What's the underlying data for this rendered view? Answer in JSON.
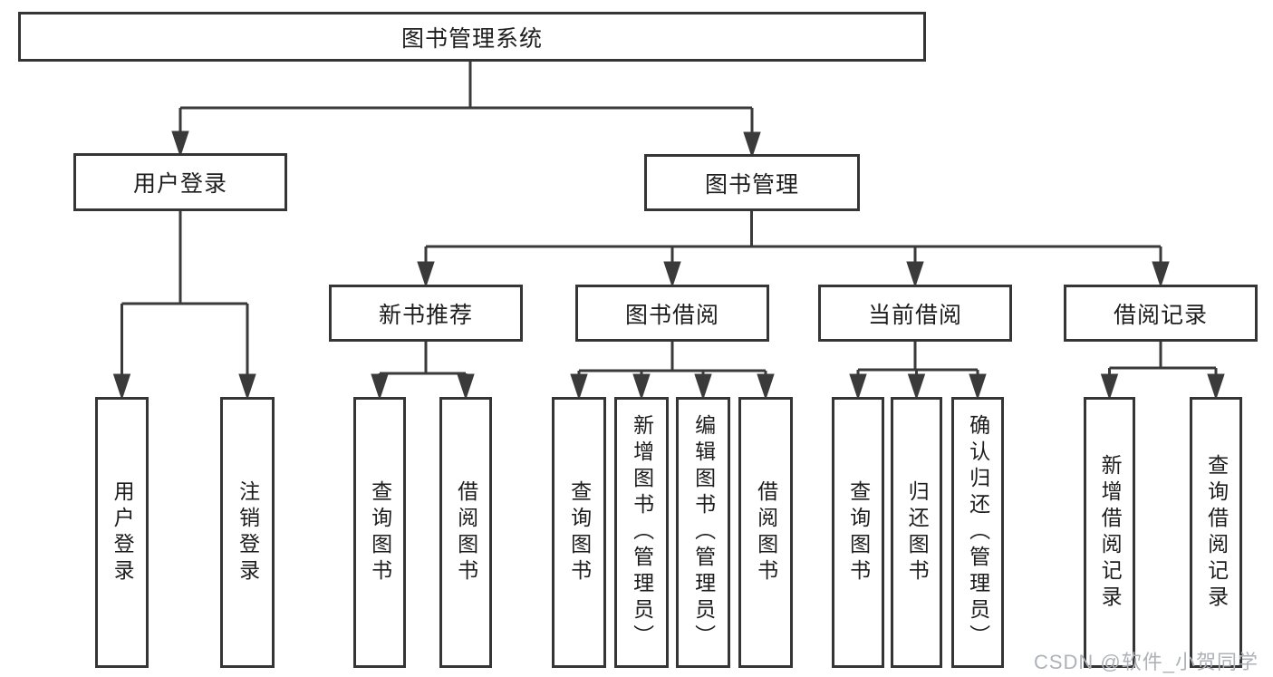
{
  "diagram": {
    "type": "tree",
    "root": {
      "label": "图书管理系统"
    },
    "branches": [
      {
        "label": "用户登录",
        "children": [
          {
            "label": "用户登录"
          },
          {
            "label": "注销登录"
          }
        ]
      },
      {
        "label": "图书管理",
        "children": [
          {
            "label": "新书推荐",
            "children": [
              {
                "label": "查询图书"
              },
              {
                "label": "借阅图书"
              }
            ]
          },
          {
            "label": "图书借阅",
            "children": [
              {
                "label": "查询图书"
              },
              {
                "label": "新增图书（管理员）"
              },
              {
                "label": "编辑图书（管理员）"
              },
              {
                "label": "借阅图书"
              }
            ]
          },
          {
            "label": "当前借阅",
            "children": [
              {
                "label": "查询图书"
              },
              {
                "label": "归还图书"
              },
              {
                "label": "确认归还（管理员）"
              }
            ]
          },
          {
            "label": "借阅记录",
            "children": [
              {
                "label": "新增借阅记录"
              },
              {
                "label": "查询借阅记录"
              }
            ]
          }
        ]
      }
    ]
  },
  "watermark": {
    "text": "CSDN @软件_小贺同学"
  },
  "colors": {
    "line": "#3a3a3a",
    "box_border": "#353535",
    "text": "#1d1d1d",
    "watermark": "#aeb2b8",
    "background": "#ffffff"
  }
}
